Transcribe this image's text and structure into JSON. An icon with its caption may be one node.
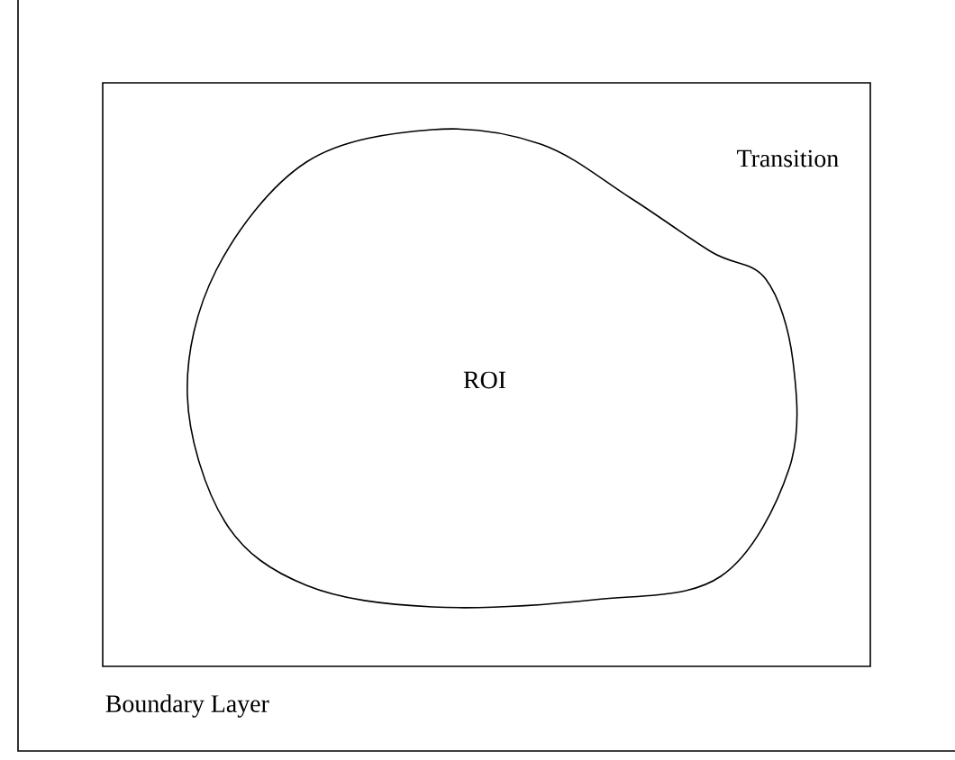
{
  "diagram": {
    "nodes": [
      {
        "text": [
          "Boundary Layer"
        ]
      },
      {
        "text": [
          "Transition"
        ],
        "in": 0
      },
      {
        "text": [
          "ROI"
        ],
        "in": 1
      }
    ]
  }
}
